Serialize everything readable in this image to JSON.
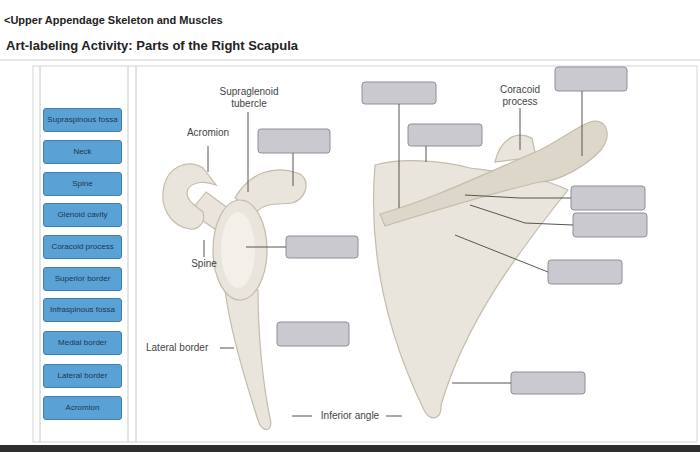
{
  "diagram": {
    "title": "Art-labeling Activity: Parts of the Right Scapula",
    "nodes": [
      {
        "text": [
          "Supraspinous fossa"
        ]
      },
      {
        "text": [
          "Neck"
        ]
      },
      {
        "text": [
          "Spine"
        ]
      },
      {
        "text": [
          "Glenoid cavity"
        ]
      },
      {
        "text": [
          "Coracoid process"
        ]
      },
      {
        "text": [
          "Superior border"
        ]
      },
      {
        "text": [
          "Infraspinous fossa"
        ]
      },
      {
        "text": [
          "Medial border"
        ]
      },
      {
        "text": [
          "Lateral border"
        ]
      },
      {
        "text": [
          "Acromion"
        ]
      }
    ],
    "labels": [
      "<Upper Appendage Skeleton and Muscles",
      "Supraglenoid tubercle",
      "Acromion",
      "Spine",
      "Lateral border",
      "Inferior angle",
      "Coracoid process"
    ]
  }
}
